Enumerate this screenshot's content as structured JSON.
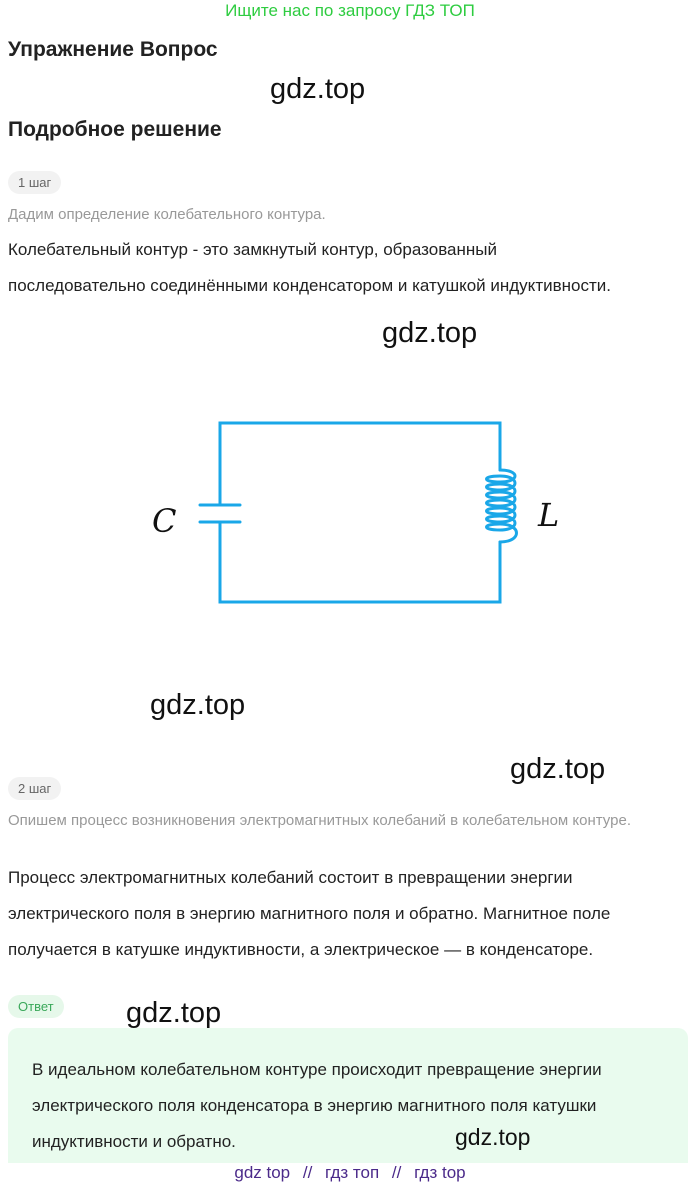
{
  "banner": "Ищите нас по запросу ГДЗ ТОП",
  "exercise_title": "Упражнение Вопрос",
  "solution_title": "Подробное решение",
  "watermark": "gdz.top",
  "step1": {
    "badge": "1 шаг",
    "note": "Дадим определение колебательного контура.",
    "line1": "Колебательный контур - это замкнутый контур, образованный",
    "line2": "последовательно соединёнными конденсатором и катушкой индуктивности."
  },
  "circuit": {
    "capacitor_label": "C",
    "inductor_label": "L",
    "color": "#1aa7e8"
  },
  "step2": {
    "badge": "2 шаг",
    "note": "Опишем процесс возникновения электромагнитных колебаний в колебательном контуре.",
    "line1": "Процесс электромагнитных колебаний состоит в превращении энергии",
    "line2": "электрического поля в энергию магнитного поля и обратно. Магнитное поле",
    "line3": "получается в катушке индуктивности, а электрическое — в конденсаторе."
  },
  "answer": {
    "badge": "Ответ",
    "line1": "В идеальном колебательном контуре происходит превращение энергии",
    "line2": "электрического поля конденсатора в энергию магнитного поля катушки",
    "line3": "индуктивности и обратно."
  },
  "footer": {
    "link1": "gdz top",
    "sep": "//",
    "link2": "гдз топ",
    "link3": "гдз top"
  }
}
